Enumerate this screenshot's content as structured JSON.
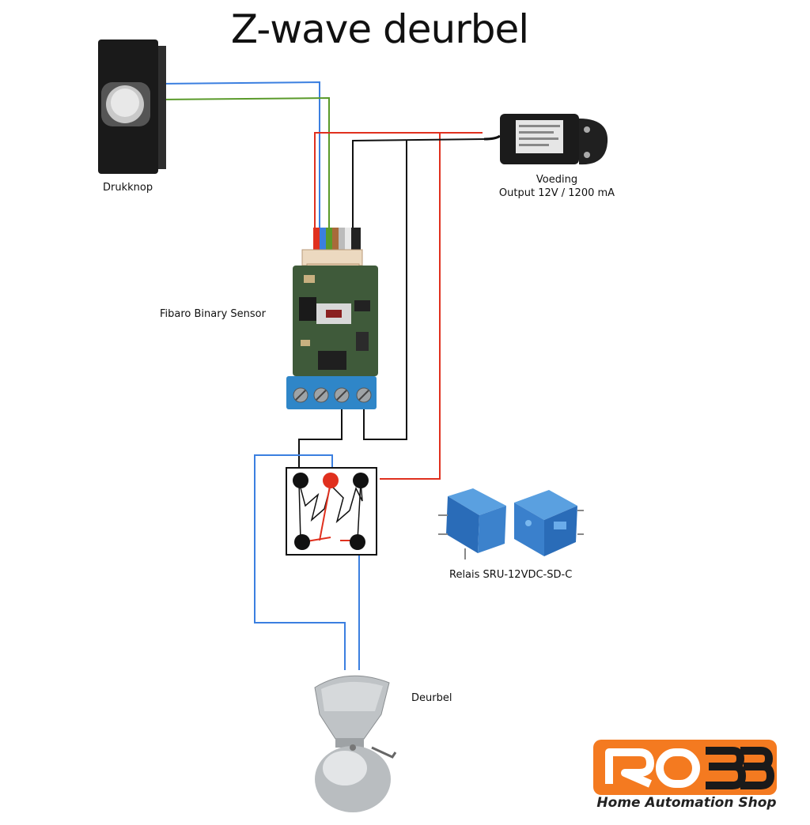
{
  "title": "Z-wave deurbel",
  "labels": {
    "pushbutton": "Drukknop",
    "psu_name": "Voeding",
    "psu_output": "Output 12V / 1200 mA",
    "sensor": "Fibaro Binary Sensor",
    "relay": "Relais SRU-12VDC-SD-C",
    "bell": "Deurbel"
  },
  "logo": {
    "text": "ROBB",
    "tagline": "Home Automation Shop",
    "color": "#f47a20"
  },
  "wire_colors": {
    "blue": "#3b7fe0",
    "green": "#5a9a2a",
    "red": "#e0301e",
    "black": "#111111"
  }
}
